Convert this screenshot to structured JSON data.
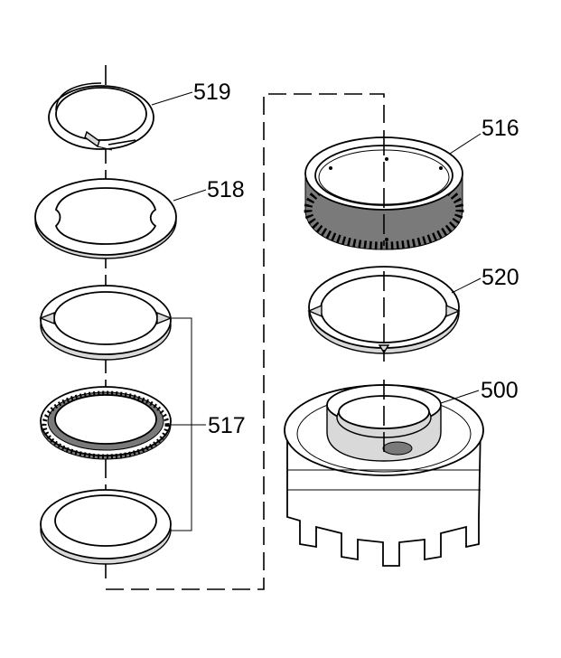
{
  "callouts": {
    "c519": "519",
    "c518": "518",
    "c517": "517",
    "c516": "516",
    "c520": "520",
    "c500": "500"
  },
  "colors": {
    "line": "#000000",
    "background": "#ffffff",
    "shade": "#d9d9d9"
  }
}
